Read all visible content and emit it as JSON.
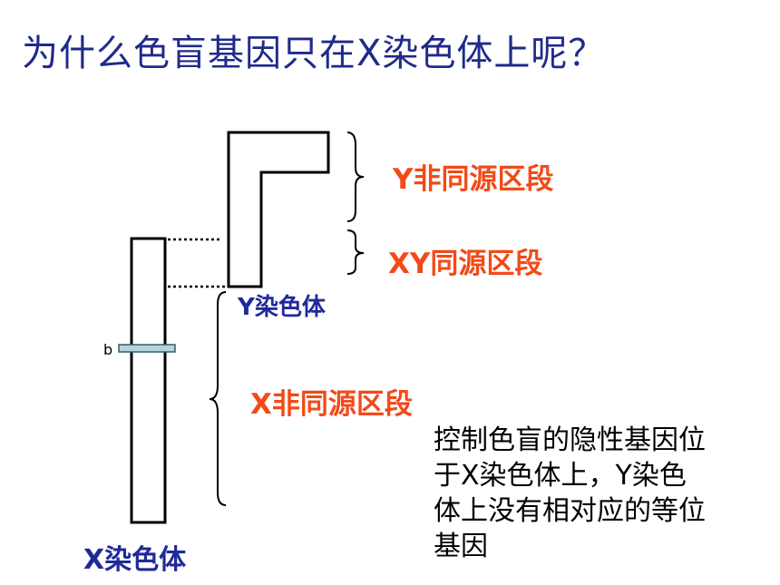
{
  "title": "为什么色盲基因只在X染色体上呢？",
  "labels": {
    "y_nonhomologous": "Y非同源区段",
    "xy_homologous": "XY同源区段",
    "y_chromosome": "Y染色体",
    "x_nonhomologous": "X非同源区段",
    "x_chromosome": "X染色体",
    "gene_b": "b"
  },
  "note": {
    "line1": "控制色盲的隐性基因位",
    "line2": "于X染色体上，Y染色",
    "line3": "体上没有相对应的等位",
    "line4": "基因"
  },
  "colors": {
    "title": "#1f2a8a",
    "region_label": "#f24a18",
    "chromosome_label": "#1f2a9a",
    "gene_band": "#b7d3d9"
  }
}
